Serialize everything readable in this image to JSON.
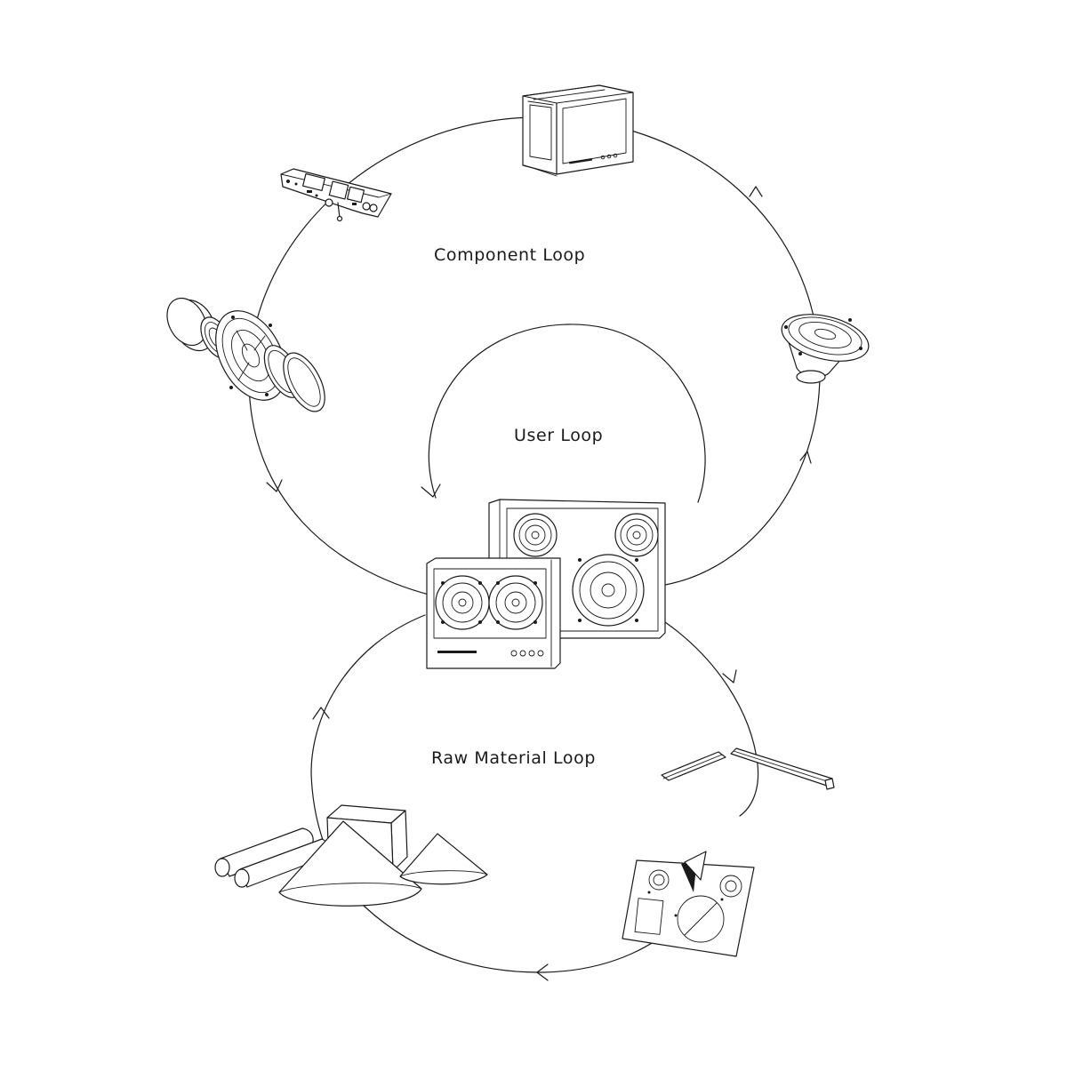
{
  "diagram": {
    "loops": {
      "component": {
        "label": "Component Loop"
      },
      "user": {
        "label": "User Loop"
      },
      "raw_material": {
        "label": "Raw Material Loop"
      }
    },
    "colors": {
      "line": "#1a1a1a",
      "background": "#ffffff"
    },
    "icons": [
      "speaker-enclosure-frame-icon",
      "circuit-board-icon",
      "exploded-speaker-driver-icon",
      "speaker-driver-icon",
      "speaker-pair-icon",
      "extruded-profile-rods-icon",
      "cut-sheet-panel-icon",
      "raw-materials-pile-icon"
    ]
  }
}
